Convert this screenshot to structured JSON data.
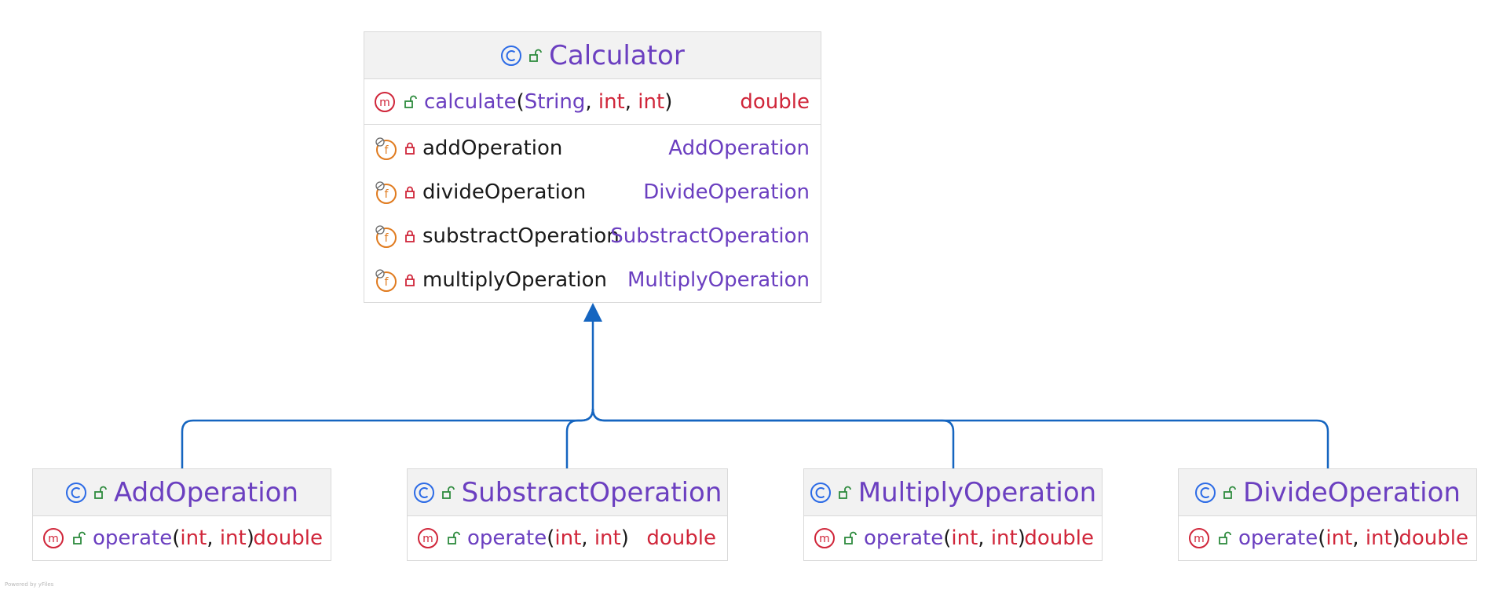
{
  "colors": {
    "class_name": "#6b3fc0",
    "type_keyword": "#d0263a",
    "member_name": "#1a1a1a",
    "edge": "#1565c0",
    "class_icon": "#2c6be6",
    "method_icon": "#d0263a",
    "field_icon": "#e07b1f",
    "public_lock": "#2e8b3e",
    "private_lock": "#d0263a"
  },
  "calculator": {
    "icon": "class-icon",
    "visibility_icon": "unlocked-icon",
    "name": "Calculator",
    "method": {
      "name": "calculate",
      "open": "(",
      "p1": "String",
      "comma1": ", ",
      "p2": "int",
      "comma2": ", ",
      "p3": "int",
      "close": ")",
      "return_type": "double"
    },
    "fields": [
      {
        "name": "addOperation",
        "type": "AddOperation"
      },
      {
        "name": "divideOperation",
        "type": "DivideOperation"
      },
      {
        "name": "substractOperation",
        "type": "SubstractOperation"
      },
      {
        "name": "multiplyOperation",
        "type": "MultiplyOperation"
      }
    ]
  },
  "subclasses": [
    {
      "name": "AddOperation",
      "method": "operate",
      "open": "(",
      "p1": "int",
      "comma": ", ",
      "p2": "int",
      "close": ")",
      "return_type": "double"
    },
    {
      "name": "SubstractOperation",
      "method": "operate",
      "open": "(",
      "p1": "int",
      "comma": ", ",
      "p2": "int",
      "close": ")",
      "return_type": "double"
    },
    {
      "name": "MultiplyOperation",
      "method": "operate",
      "open": "(",
      "p1": "int",
      "comma": ", ",
      "p2": "int",
      "close": ")",
      "return_type": "double"
    },
    {
      "name": "DivideOperation",
      "method": "operate",
      "open": "(",
      "p1": "int",
      "comma": ", ",
      "p2": "int",
      "close": ")",
      "return_type": "double"
    }
  ],
  "relationship": "inheritance",
  "footer": "Powered by yFiles"
}
